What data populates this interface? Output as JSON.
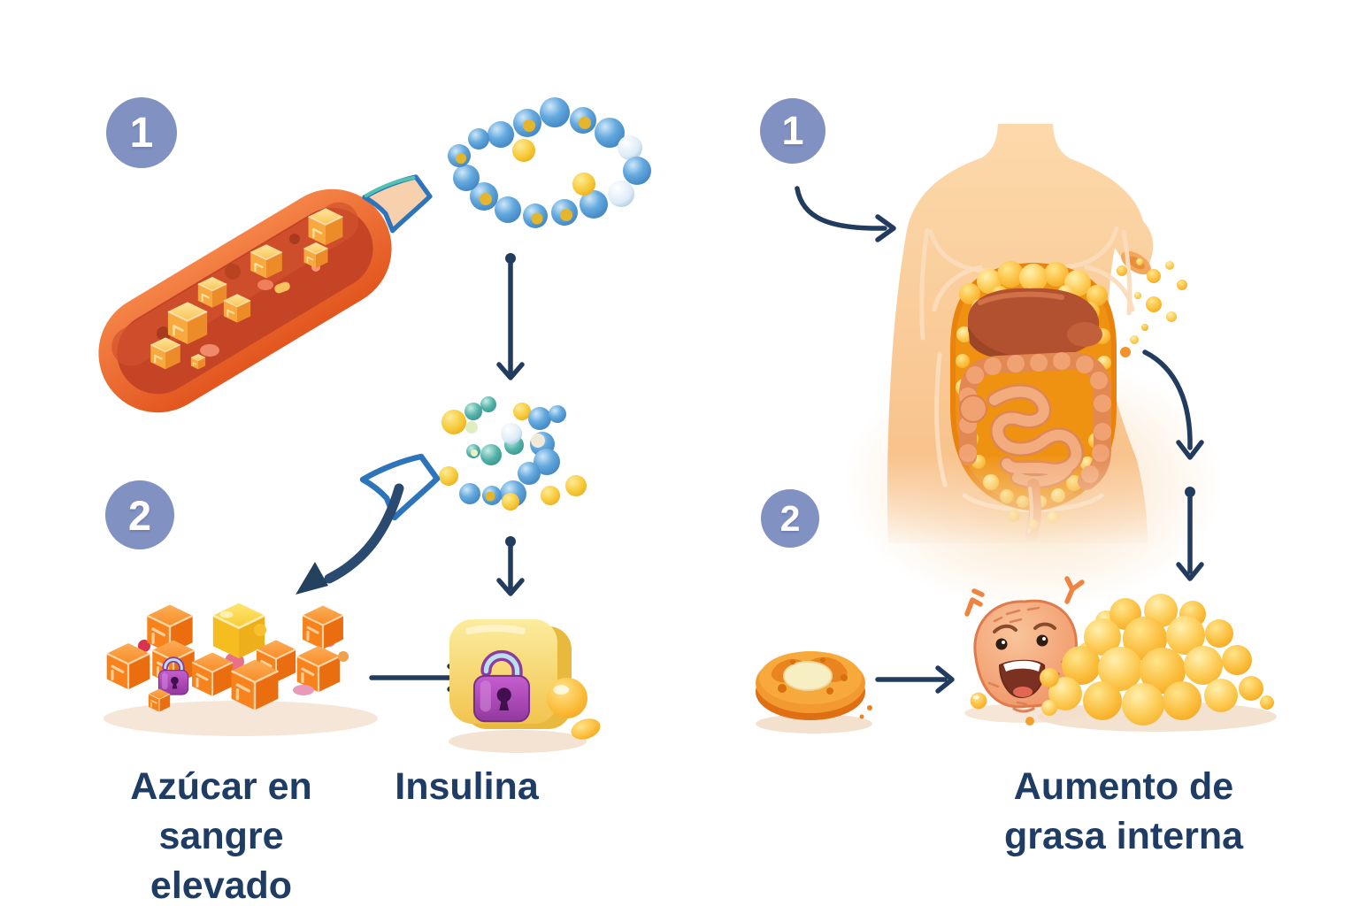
{
  "left_flow": {
    "step1_badge": "1",
    "step2_badge": "2",
    "labels": {
      "blood_sugar_line1": "Azúcar en",
      "blood_sugar_line2": "sangre elevado",
      "insulin": "Insulina"
    },
    "icons": [
      "blood-vessel-with-sugar-cubes-icon",
      "insulin-release-dart-icon",
      "insulin-molecule-icon",
      "insulin-fragment-molecule-icon",
      "sugar-cube-pile-with-padlock-icon",
      "insulin-lock-cube-icon"
    ]
  },
  "right_flow": {
    "step1_badge": "1",
    "step2_badge": "2",
    "labels": {
      "fat_line1": "Aumento de",
      "fat_line2": "grasa interna"
    },
    "icons": [
      "torso-visceral-fat-icon",
      "escaping-fat-droplets-icon",
      "pancake-snack-icon",
      "stressed-cell-icon",
      "visceral-fat-pile-icon"
    ]
  },
  "colors": {
    "badge_fill": "#8091c2",
    "badge_text": "#ffffff",
    "label_text": "#1e3c64",
    "arrow": "#223c60",
    "vessel_orange": "#ef6830",
    "sugar_amber": "#f5a63c",
    "cube_orange": "#f8821f",
    "molecule_blue": "#5a9fd8",
    "molecule_yellow": "#f6c93f",
    "molecule_teal": "#4aaca4",
    "padlock_purple": "#a944b4",
    "lock_cube_yellow": "#f7d978",
    "skin": "#f9c894",
    "visceral_fat": "#f9bc2e",
    "organ_liver": "#b2512f",
    "intestine": "#f0a273"
  }
}
